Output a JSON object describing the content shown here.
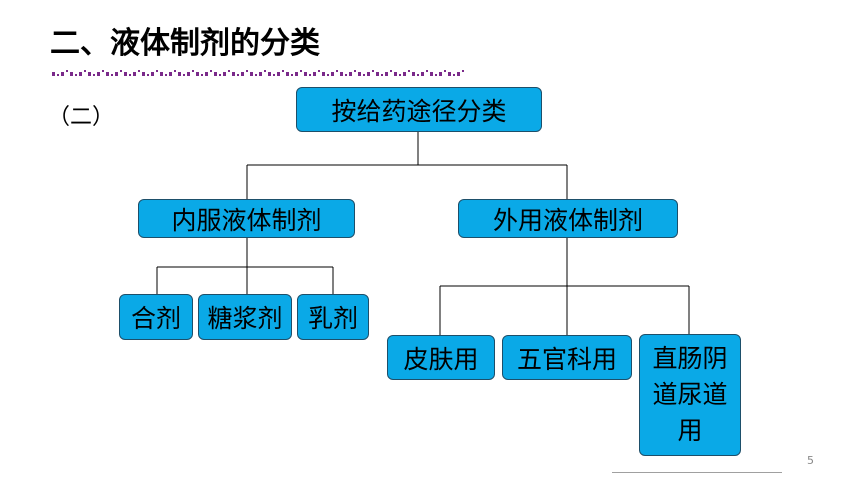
{
  "slide": {
    "title": "二、液体制剂的分类",
    "subtitle": "（二）",
    "page_number": "5"
  },
  "tree": {
    "root": "按给药途径分类",
    "branches": [
      {
        "label": "内服液体制剂",
        "children": [
          "合剂",
          "糖浆剂",
          "乳剂"
        ]
      },
      {
        "label": "外用液体制剂",
        "children": [
          "皮肤用",
          "五官科用",
          "直肠阴道尿道用"
        ]
      }
    ]
  },
  "colors": {
    "box_fill": "#0aa9e7",
    "box_border": "#1d4f6a",
    "dots": "#7a2a8a",
    "connector": "#000000"
  }
}
